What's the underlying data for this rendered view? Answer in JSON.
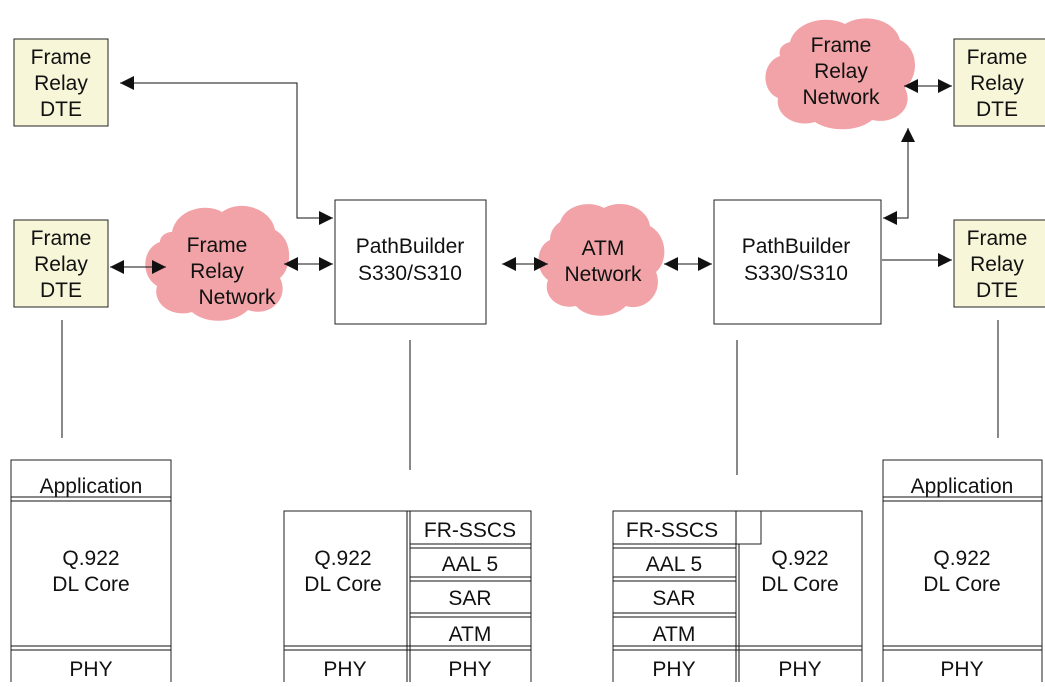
{
  "dte": {
    "label_lines": [
      "Frame",
      "Relay",
      "DTE"
    ]
  },
  "frame_relay_network": {
    "label_lines": [
      "Frame",
      "Relay",
      "Network"
    ]
  },
  "atm_network": {
    "label_lines": [
      "ATM",
      "Network"
    ]
  },
  "pathbuilder": {
    "label_lines": [
      "PathBuilder",
      "S330/S310"
    ]
  },
  "stacks": {
    "left_dte": {
      "top": "Application",
      "middle_lines": [
        "Q.922",
        "DL Core"
      ],
      "bottom": "PHY"
    },
    "left_pathbuilder": {
      "left_lines": [
        "Q.922",
        "DL Core"
      ],
      "layers": [
        "FR-SSCS",
        "AAL 5",
        "SAR",
        "ATM"
      ],
      "phy_left": "PHY",
      "phy_right": "PHY"
    },
    "right_pathbuilder": {
      "layers": [
        "FR-SSCS",
        "AAL 5",
        "SAR",
        "ATM"
      ],
      "right_lines": [
        "Q.922",
        "DL Core"
      ],
      "phy_left": "PHY",
      "phy_right": "PHY"
    },
    "right_dte": {
      "top": "Application",
      "middle_lines": [
        "Q.922",
        "DL Core"
      ],
      "bottom": "PHY"
    }
  },
  "colors": {
    "dte_fill": "#f8f6d8",
    "cloud_fill": "#f1a3a8",
    "stroke": "#222222"
  }
}
